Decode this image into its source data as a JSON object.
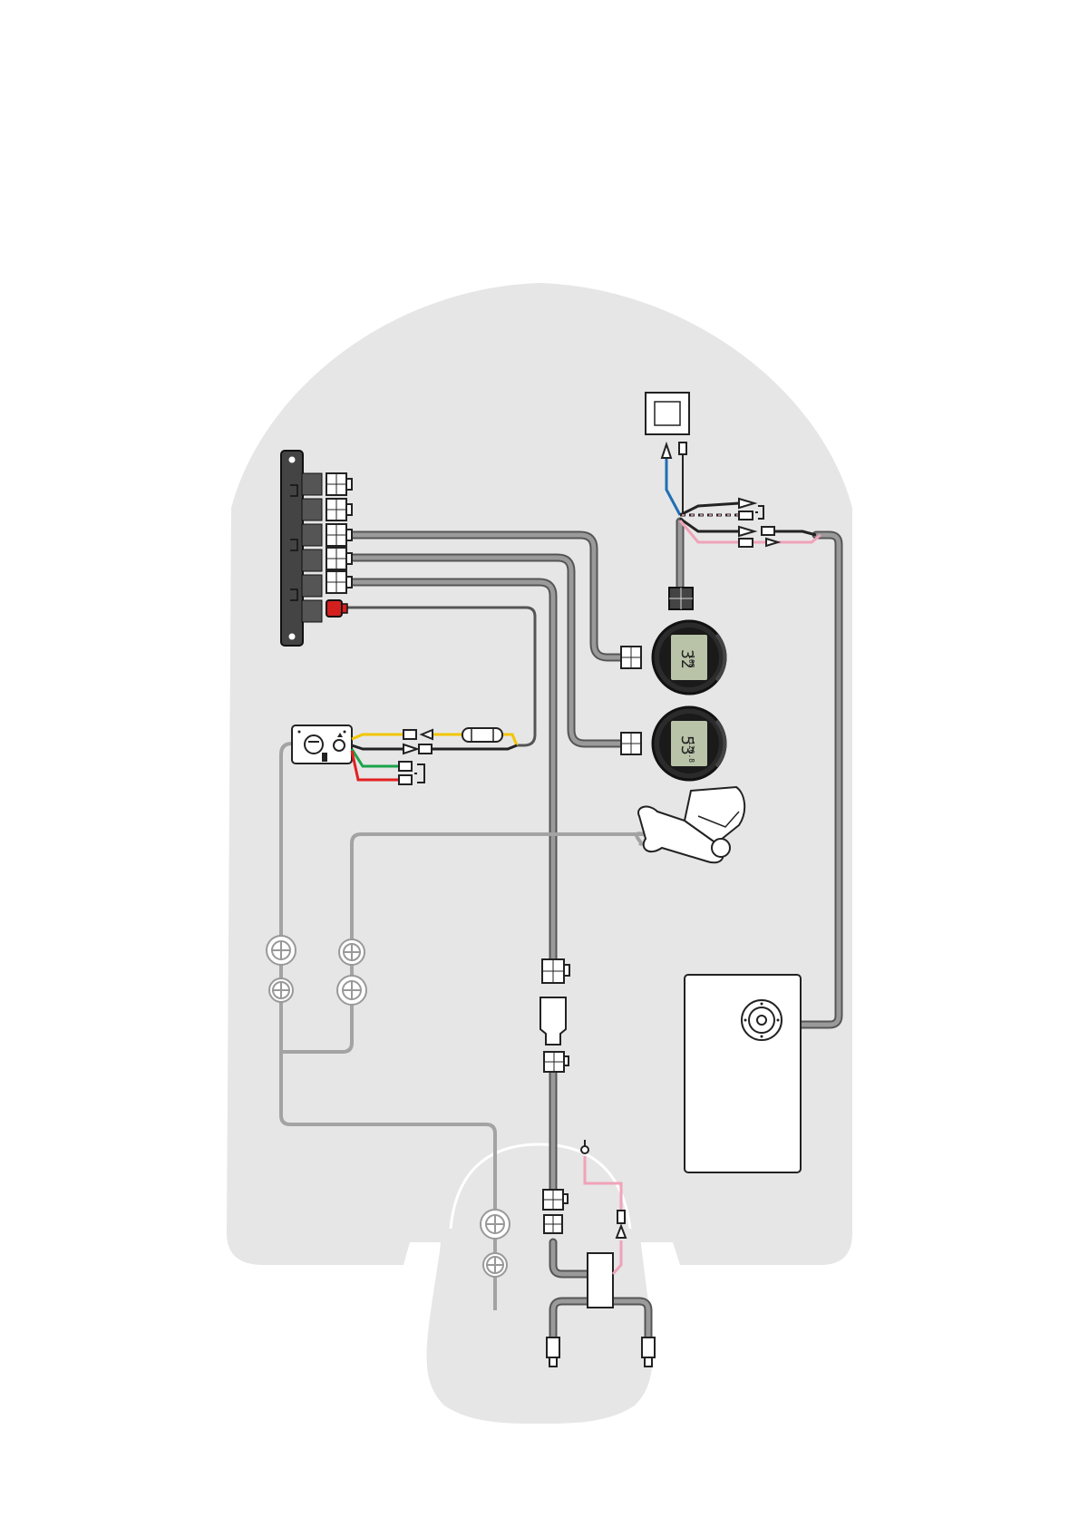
{
  "colors": {
    "hull": "#e6e6e6",
    "cable_outer": "#555555",
    "cable_inner": "#9a9a9a",
    "signal_cable": "#a3a3a3",
    "wire_yellow": "#f2c500",
    "wire_black": "#222222",
    "wire_green": "#1aa34a",
    "wire_red": "#e32020",
    "wire_blue": "#1f6fb5",
    "wire_pink": "#f0a3b8",
    "fuse_red": "#d41f1f",
    "gauge_face": "#2b2b2b",
    "lcd": "#b9c3a8"
  },
  "gauges": [
    {
      "main": "32",
      "sub": "108"
    },
    {
      "main": "53",
      "sub": "120.8"
    }
  ],
  "components": {
    "hub_ports": 6,
    "fuse_count": 1
  }
}
